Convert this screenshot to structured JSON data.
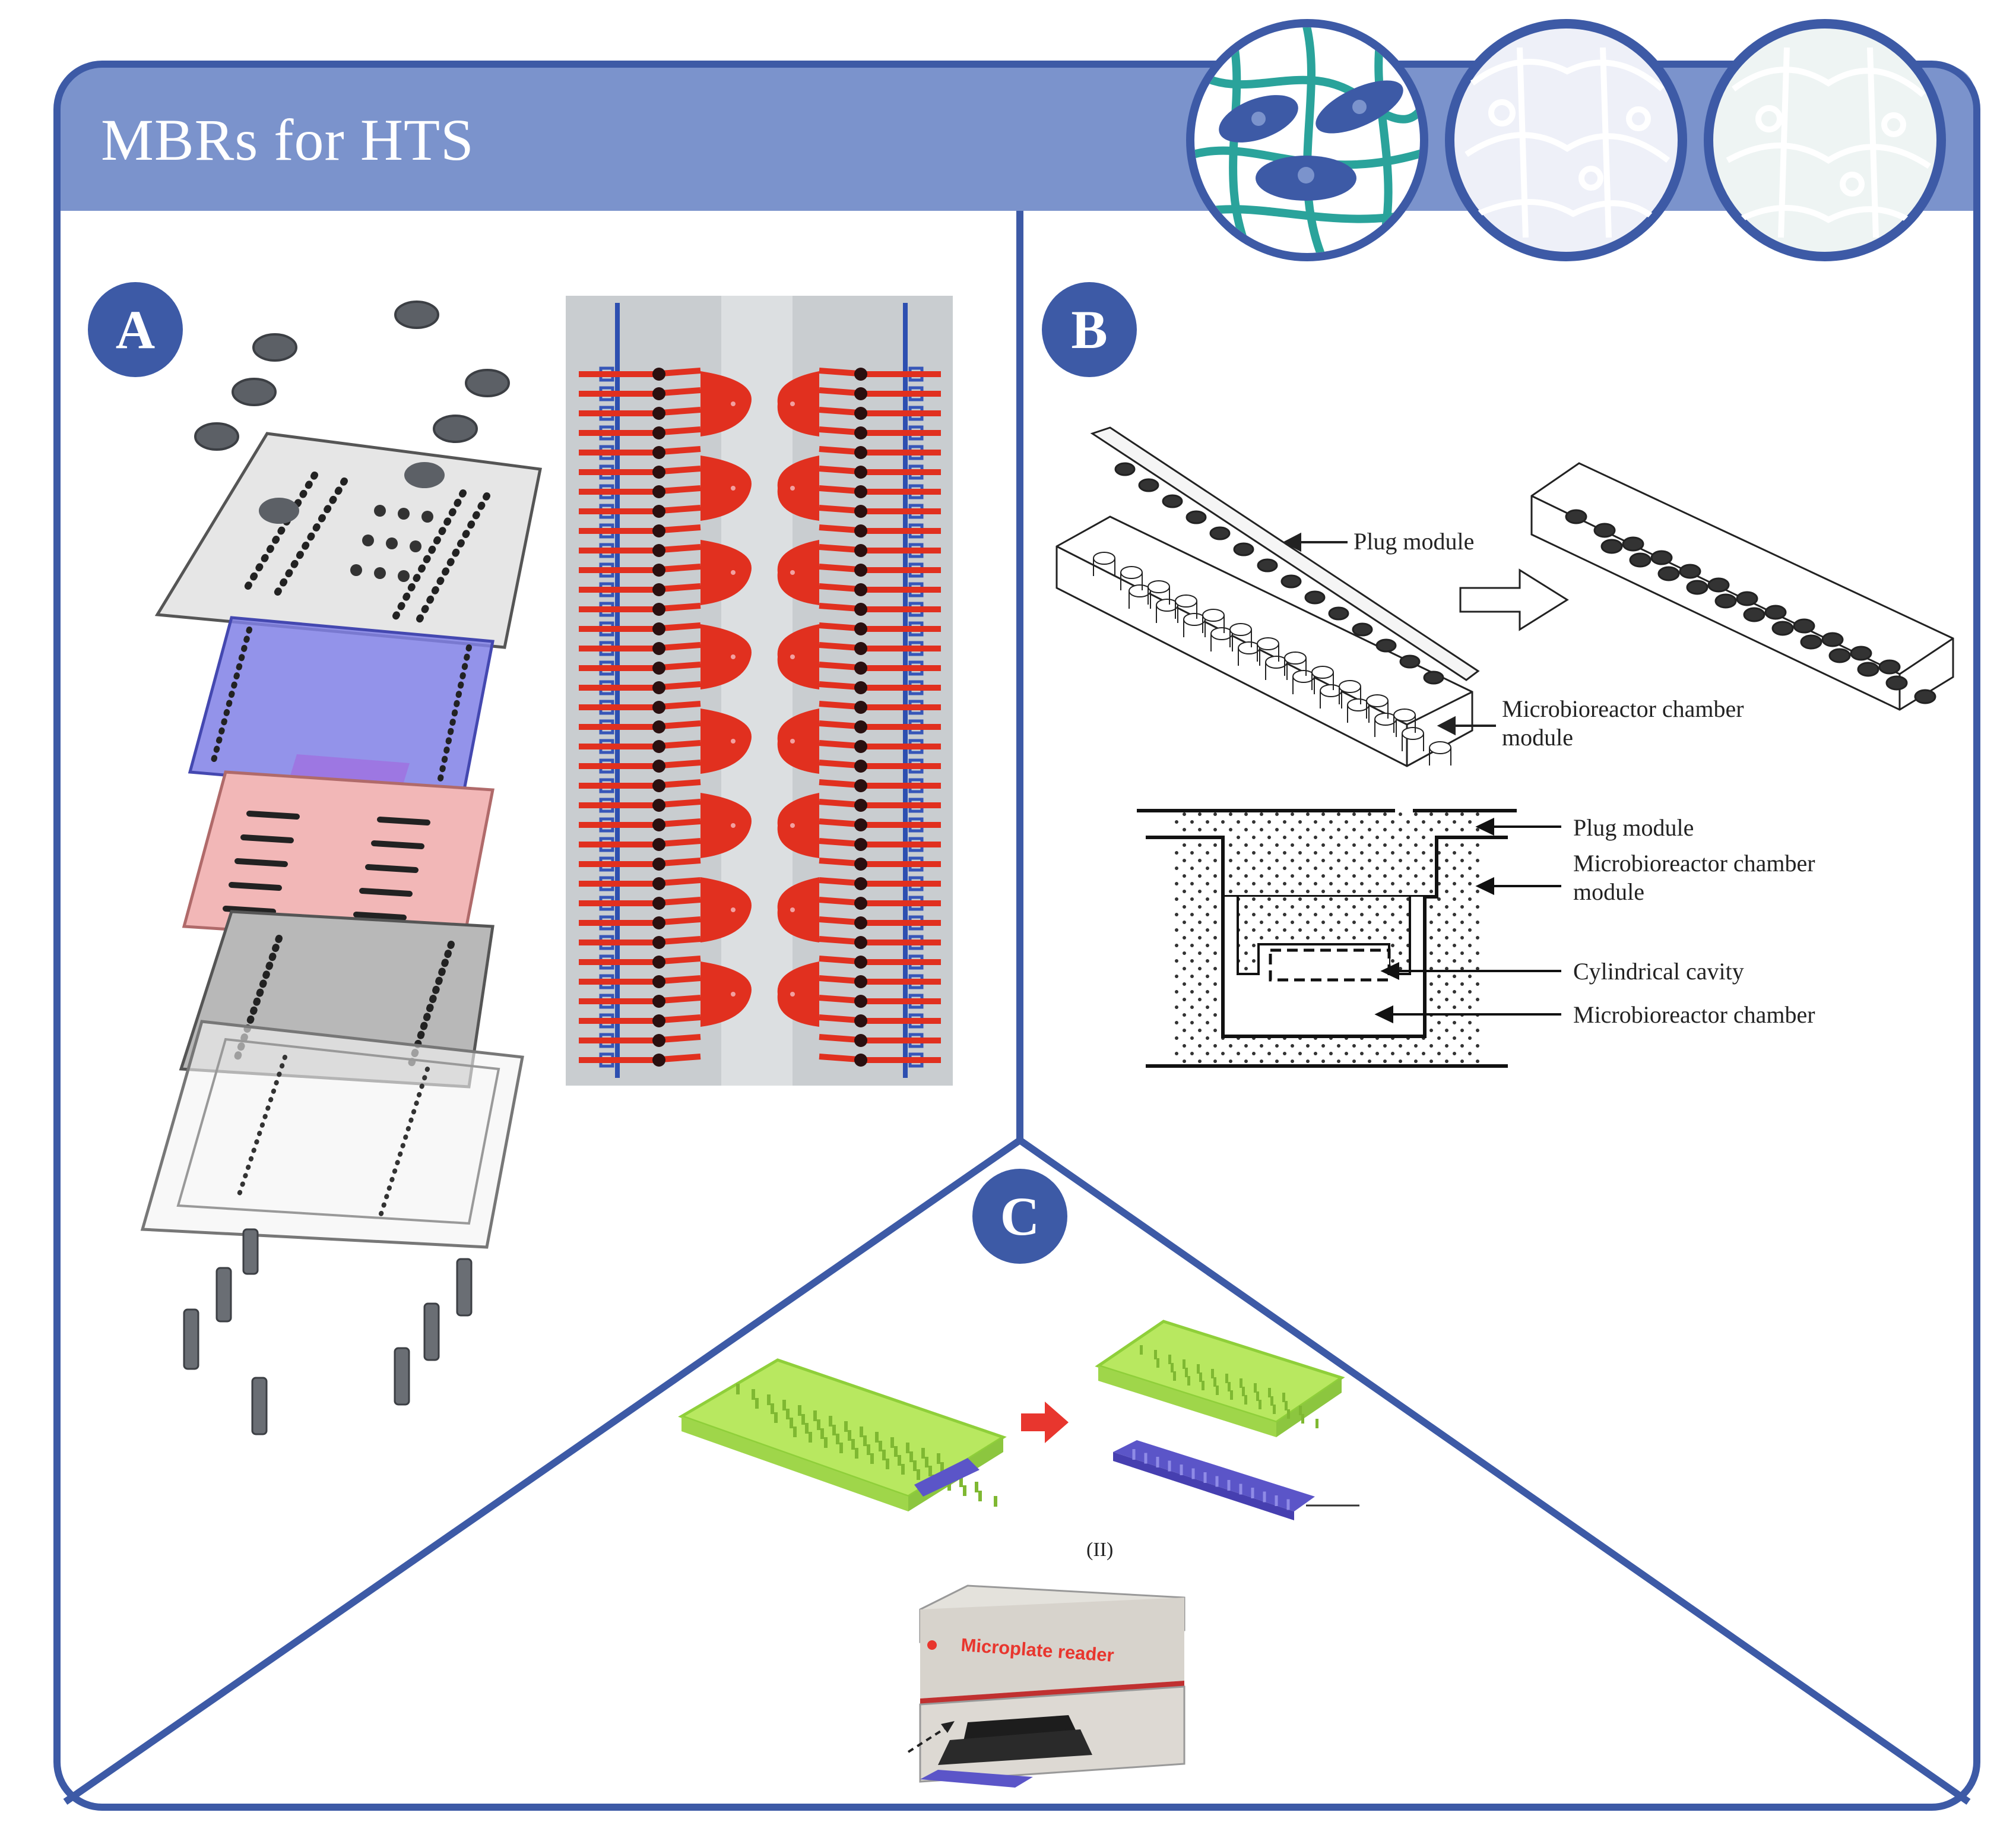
{
  "header": {
    "title": "MBRs for HTS"
  },
  "colors": {
    "frame": "#3d5aa6",
    "header_fill": "#7b93cc",
    "panel_badge": "#3d5aa6",
    "chip_red": "#e1301f",
    "chip_blue": "#3756b8",
    "layer_blue": "#7b7be8",
    "layer_pink": "#f2b7b7",
    "plate_green": "#b8e860",
    "strip_purple": "#5b55c8"
  },
  "header_icons": [
    "scaffold-cells-icon",
    "cell-layer-icon",
    "cell-cluster-icon"
  ],
  "panels": {
    "a": {
      "letter": "A"
    },
    "b": {
      "letter": "B",
      "labels": {
        "plug_module": "Plug module",
        "chamber_module": "Microbioreactor chamber module",
        "plug_module_2": "Plug module",
        "chamber_module_2": "Microbioreactor chamber module",
        "cylindrical_cavity": "Cylindrical cavity",
        "chamber": "Microbioreactor chamber"
      }
    },
    "c": {
      "letter": "C",
      "sublabel": "(II)",
      "reader_label": "Microplate reader"
    }
  }
}
